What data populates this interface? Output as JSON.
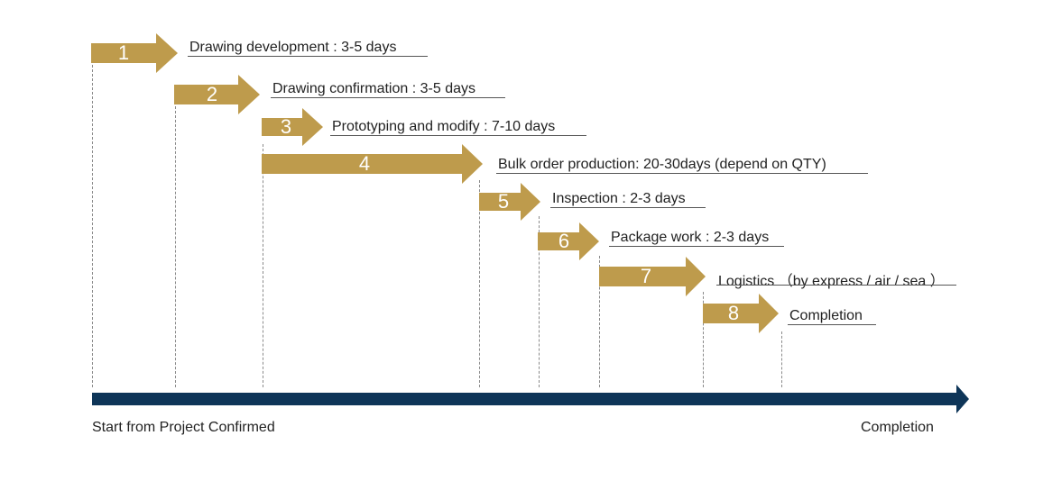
{
  "colors": {
    "step_arrow": "#BE9B4C",
    "timeline_arrow": "#0E3558",
    "dashed_line": "#8A8A8A"
  },
  "steps": [
    {
      "number": "1",
      "label": "Drawing development : 3-5 days"
    },
    {
      "number": "2",
      "label": "Drawing confirmation : 3-5 days"
    },
    {
      "number": "3",
      "label": "Prototyping and modify : 7-10 days"
    },
    {
      "number": "4",
      "label": "Bulk order production: 20-30days (depend on QTY)"
    },
    {
      "number": "5",
      "label": "Inspection : 2-3 days"
    },
    {
      "number": "6",
      "label": "Package work : 2-3 days"
    },
    {
      "number": "7",
      "label": "Logistics （by express / air / sea ）"
    },
    {
      "number": "8",
      "label": "Completion"
    }
  ],
  "timeline": {
    "start_label": "Start from Project Confirmed",
    "end_label": "Completion"
  }
}
